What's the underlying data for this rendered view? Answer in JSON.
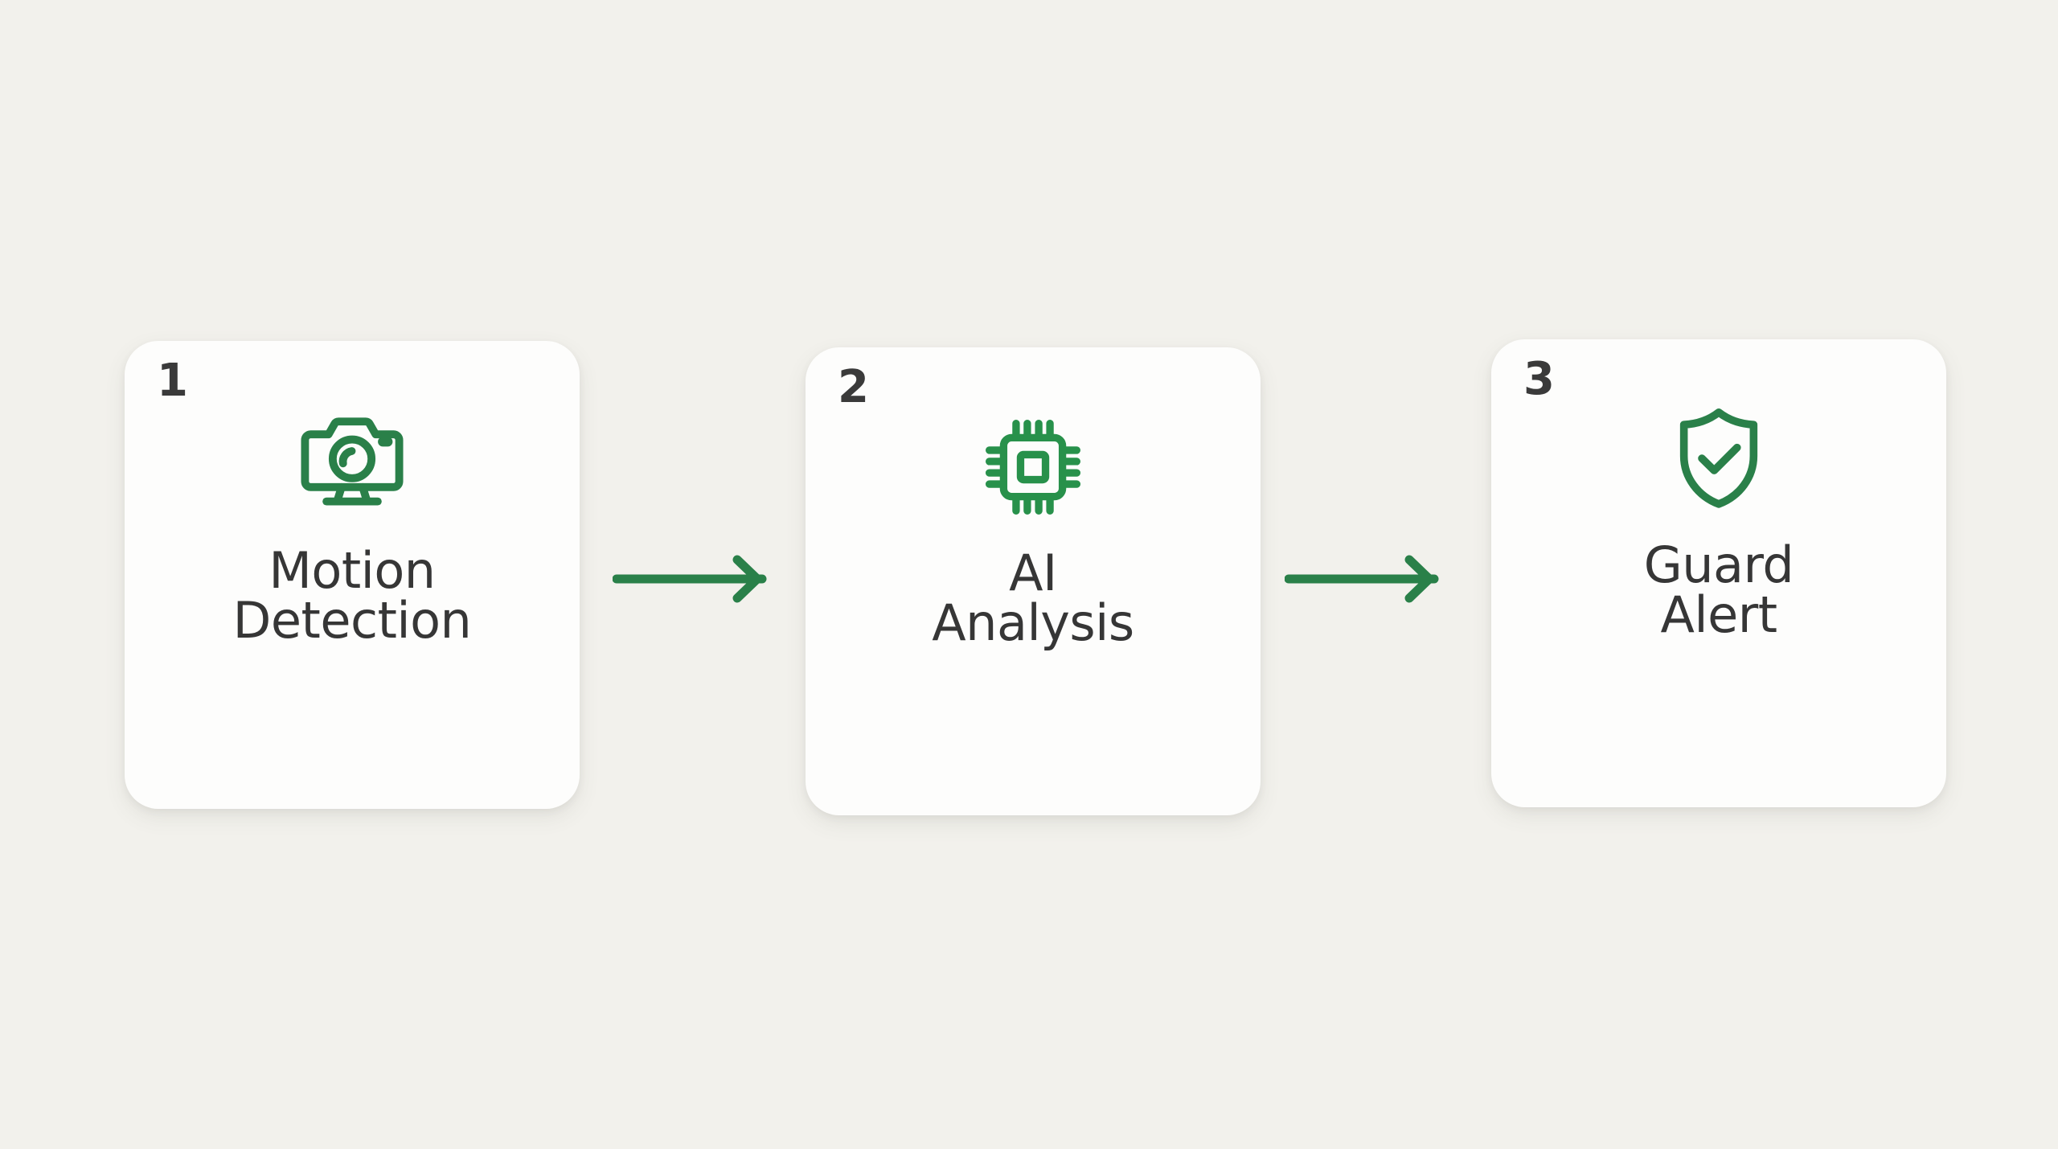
{
  "page": {
    "title": "Motion Detection to AI Analysis to Guard Alert process flow",
    "background_color": "#f2f1ec",
    "accent_color": "#2a8049",
    "text_color": "#363636",
    "card_color": "#fdfdfc"
  },
  "steps": [
    {
      "number": "1",
      "label": "Motion\nDetection",
      "icon": "camera-monitor-icon",
      "icon_color": "#2a8049"
    },
    {
      "number": "2",
      "label": "AI\nAnalysis",
      "icon": "cpu-chip-icon",
      "icon_color": "#28914b"
    },
    {
      "number": "3",
      "label": "Guard\nAlert",
      "icon": "shield-check-icon",
      "icon_color": "#2a8049"
    }
  ],
  "connectors": [
    {
      "name": "arrow-right-icon",
      "from": "1",
      "to": "2",
      "color": "#2a8049"
    },
    {
      "name": "arrow-right-icon",
      "from": "2",
      "to": "3",
      "color": "#2a8049"
    }
  ]
}
